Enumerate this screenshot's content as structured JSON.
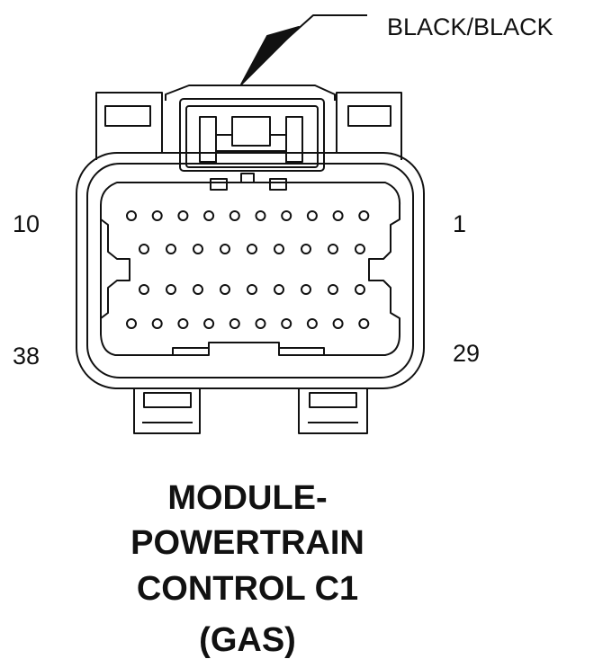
{
  "callout": {
    "wire_color": "BLACK/BLACK"
  },
  "pin_labels": {
    "top_left": "10",
    "top_right": "1",
    "bottom_left": "38",
    "bottom_right": "29"
  },
  "title_lines": [
    "MODULE-",
    "POWERTRAIN",
    "CONTROL C1",
    "(GAS)"
  ],
  "pin_rows": [
    {
      "count": 10
    },
    {
      "count": 9
    },
    {
      "count": 9
    },
    {
      "count": 10
    }
  ],
  "colors": {
    "line": "#111111",
    "background": "#ffffff"
  }
}
